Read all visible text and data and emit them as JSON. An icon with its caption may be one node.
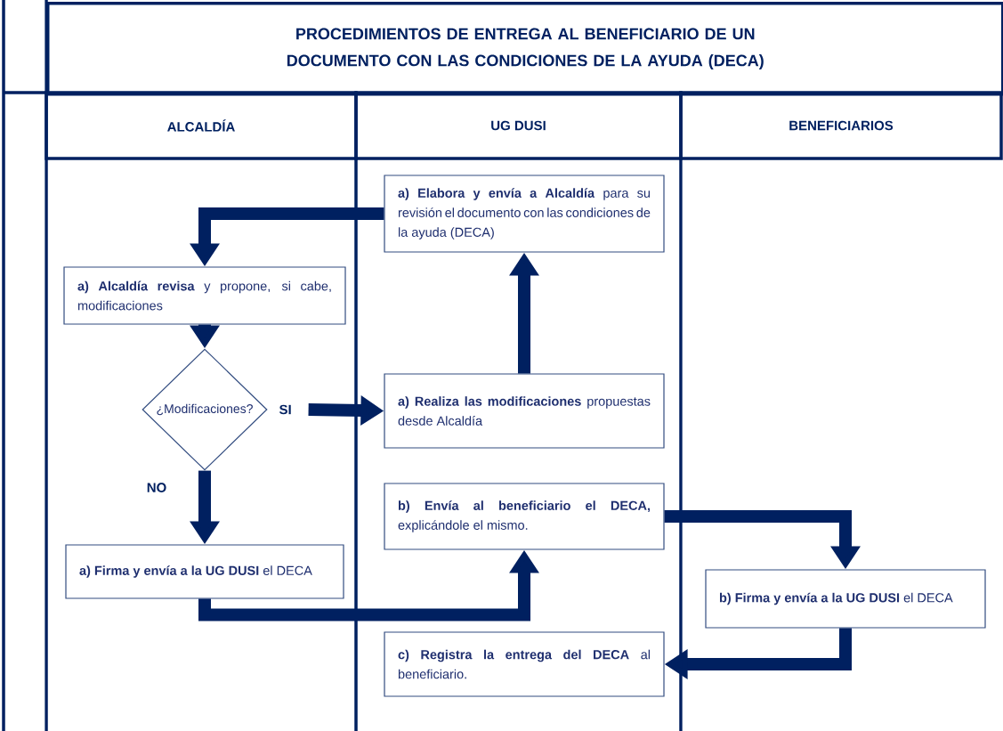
{
  "diagram": {
    "title": "PROCEDIMIENTOS DE ENTREGA AL BENEFICIARIO DE UN DOCUMENTO CON LAS CONDICIONES DE LA AYUDA (DECA)",
    "nodes": [
      {
        "text": [
          "ALCALDÍA"
        ]
      },
      {
        "text": [
          "UG DUSI"
        ]
      },
      {
        "text": [
          "BENEFICIARIOS"
        ]
      },
      {
        "text": [
          "**a) Elabora y envía a Alcaldía** para su revisión el documento con las condiciones de la ayuda (DECA)"
        ]
      },
      {
        "text": [
          "**a) Alcaldía revisa** y propone, si cabe, modificaciones"
        ]
      },
      {
        "text": [
          "¿Modificaciones?"
        ]
      },
      {
        "text": [
          "**a) Realiza las modificaciones** propuestas desde Alcaldía"
        ]
      },
      {
        "text": [
          "**b) Envía al beneficiario el DECA,** explicándole el mismo."
        ]
      },
      {
        "text": [
          "**a) Firma y envía a la UG DUSI** el DECA"
        ]
      },
      {
        "text": [
          "**b) Firma y envía a la UG DUSI** el DECA"
        ]
      },
      {
        "text": [
          "**c) Registra la entrega del DECA** al beneficiario."
        ]
      }
    ],
    "edges": [
      {
        "from": 3,
        "to": 4,
        "arrow": "to"
      },
      {
        "from": 4,
        "to": 5,
        "arrow": "to"
      },
      {
        "from": 5,
        "to": 6,
        "arrow": "to",
        "label": "SI"
      },
      {
        "from": 5,
        "to": 8,
        "arrow": "to",
        "label": "NO"
      },
      {
        "from": 6,
        "to": 3,
        "arrow": "to"
      },
      {
        "from": 8,
        "to": 7,
        "arrow": "to"
      },
      {
        "from": 7,
        "to": 9,
        "arrow": "to"
      },
      {
        "from": 9,
        "to": 10,
        "arrow": "to"
      }
    ]
  }
}
